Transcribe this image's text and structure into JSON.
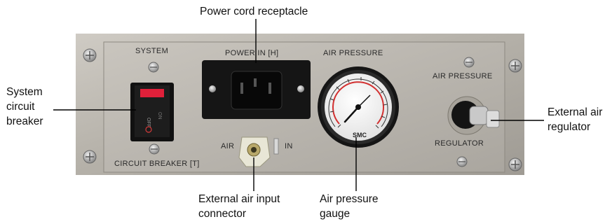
{
  "callouts": {
    "power_cord": "Power cord receptacle",
    "breaker_line1": "System",
    "breaker_line2": "circuit",
    "breaker_line3": "breaker",
    "regulator_line1": "External air",
    "regulator_line2": "regulator",
    "input_line1": "External air input",
    "input_line2": "connector",
    "gauge_line1": "Air pressure",
    "gauge_line2": "gauge"
  },
  "panel": {
    "system": "SYSTEM",
    "power_in": "POWER IN [H]",
    "air_pressure_top": "AIR  PRESSURE",
    "air_pressure_right": "AIR  PRESSURE",
    "circuit_breaker": "CIRCUIT  BREAKER [T]",
    "air": "AIR",
    "in": "IN",
    "regulator": "REGULATOR",
    "gauge_brand": "SMC",
    "switch_on": "ON",
    "switch_off": "OFF"
  },
  "colors": {
    "switch_red": "#e0203a",
    "gauge_red_arc": "#d23030",
    "panel_steel": "#b9b5ad"
  }
}
